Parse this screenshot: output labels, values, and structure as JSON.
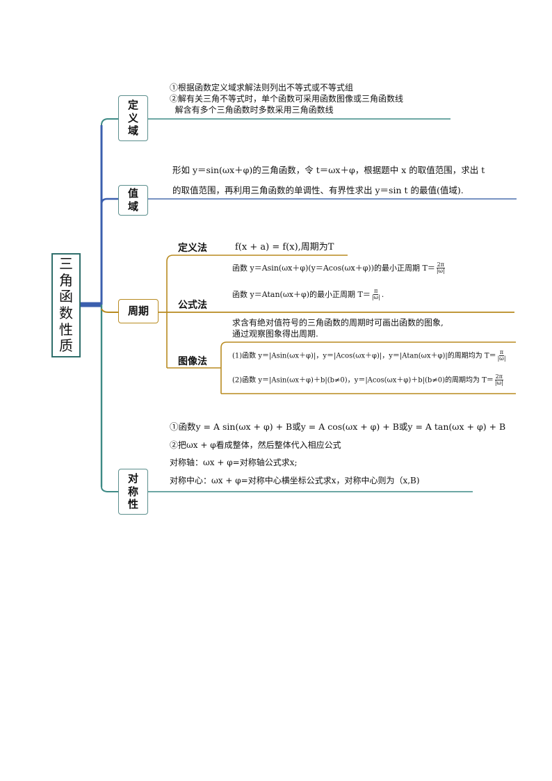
{
  "root": {
    "title": "三角函数性质"
  },
  "colors": {
    "teal": "#3d8a85",
    "blue": "#3b5fae",
    "orange": "#b88a1f",
    "line_blue": "#4a6fae"
  },
  "domain_node": {
    "label": "定义域",
    "lines": [
      "①根据函数定义域求解法则列出不等式或不等式组",
      "②解有关三角不等式时，单个函数可采用函数图像或三角函数线",
      "  解含有多个三角函数时多数采用三角函数线"
    ]
  },
  "range_node": {
    "label": "值域",
    "lines": [
      "形如 y＝sin(ωx＋φ)的三角函数，令 t＝ωx＋φ，根据题中 x 的取值范围，求出 t",
      "的取值范围，再利用三角函数的单调性、有界性求出 y＝sin t 的最值(值域)."
    ]
  },
  "period_node": {
    "label": "周期",
    "definition": {
      "label": "定义法",
      "text": "f(x + a) = f(x),周期为T"
    },
    "formula": {
      "label": "公式法",
      "line1_text": "函数 y＝Asin(ωx＋φ)(y＝Acos(ωx＋φ))的最小正周期 T＝",
      "line1_num": "2π",
      "line1_den": "|ω|",
      "line2_text": "函数 y＝Atan(ωx＋φ)的最小正周期 T＝",
      "line2_num": "π",
      "line2_den": "|ω|",
      "line2_end": "."
    },
    "graph": {
      "label": "图像法",
      "intro": [
        "求含有绝对值符号的三角函数的周期时可画出函数的图象,",
        "通过观察图象得出周期."
      ],
      "item1_text": "(1)函数 y＝|Asin(ωx＋φ)|，y＝|Acos(ωx＋φ)|，y＝|Atan(ωx＋φ)|的周期均为 T＝",
      "item1_num": "π",
      "item1_den": "|ω|",
      "item2_text": "(2)函数 y＝|Asin(ωx＋φ)＋b|(b≠0)，y＝|Acos(ωx＋φ)＋b|(b≠0)的周期均为 T＝",
      "item2_num": "2π",
      "item2_den": "|ω|"
    }
  },
  "symmetry_node": {
    "label": "对称性",
    "lines": [
      "①函数y = A sin(ωx + φ) + B或y = A cos(ωx + φ) + B或y = A tan(ωx + φ) + B",
      "②把ωx + φ看成整体，然后整体代入相应公式",
      "对称轴：ωx + φ=对称轴公式求x;",
      "对称中心：ωx + φ=对称中心横坐标公式求x，对称中心则为（x,B)"
    ]
  }
}
